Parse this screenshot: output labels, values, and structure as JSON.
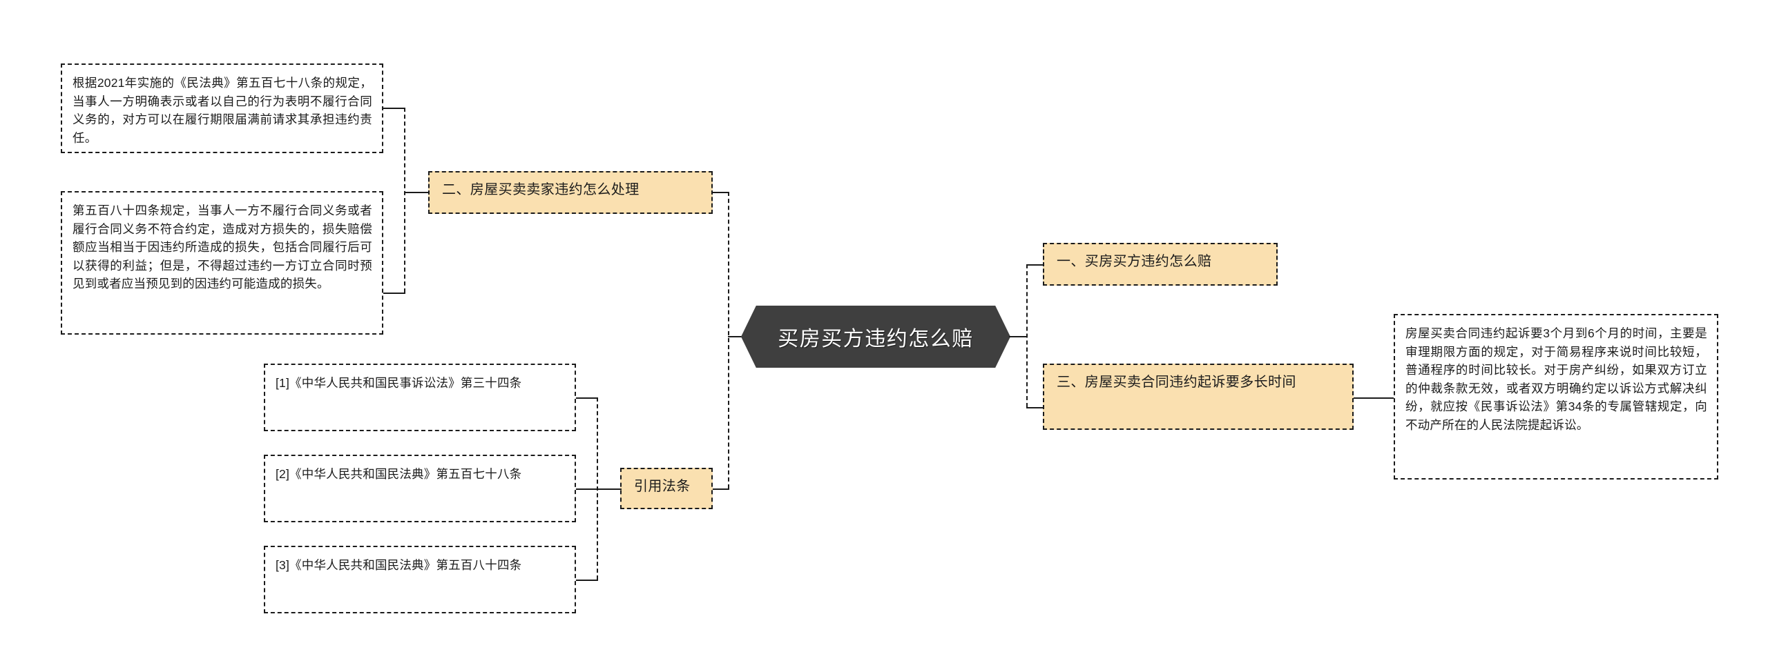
{
  "diagram": {
    "type": "mindmap",
    "title": "买房买方违约怎么赔",
    "center": {
      "label": "买房买方违约怎么赔",
      "shape": "hexagon",
      "fill": "#3f3f3f",
      "text_color": "#ffffff"
    },
    "colors": {
      "accent_fill": "#fae0b0",
      "node_border": "#1a1a1a",
      "center_fill": "#3f3f3f",
      "page_background": "#ffffff",
      "body_text": "#1b1b1b"
    },
    "branches": {
      "left": [
        {
          "id": "branch-2",
          "label": "二、房屋买卖卖家违约怎么处理",
          "style": "accent",
          "children": [
            {
              "id": "law-578-detail",
              "style": "plain",
              "text": "根据2021年实施的《民法典》第五百七十八条的规定，当事人一方明确表示或者以自己的行为表明不履行合同义务的，对方可以在履行期限届满前请求其承担违约责任。"
            },
            {
              "id": "law-584-detail",
              "style": "plain",
              "text": "第五百八十四条规定，当事人一方不履行合同义务或者履行合同义务不符合约定，造成对方损失的，损失赔偿额应当相当于因违约所造成的损失，包括合同履行后可以获得的利益；但是，不得超过违约一方订立合同时预见到或者应当预见到的因违约可能造成的损失。"
            }
          ]
        },
        {
          "id": "branch-citations",
          "label": "引用法条",
          "style": "accent",
          "children": [
            {
              "id": "citation-1",
              "style": "plain",
              "text": "[1]《中华人民共和国民事诉讼法》第三十四条"
            },
            {
              "id": "citation-2",
              "style": "plain",
              "text": "[2]《中华人民共和国民法典》第五百七十八条"
            },
            {
              "id": "citation-3",
              "style": "plain",
              "text": "[3]《中华人民共和国民法典》第五百八十四条"
            }
          ]
        }
      ],
      "right": [
        {
          "id": "branch-1",
          "label": "一、买房买方违约怎么赔",
          "style": "accent",
          "children": []
        },
        {
          "id": "branch-3",
          "label": "三、房屋买卖合同违约起诉要多长时间",
          "style": "accent",
          "children": [
            {
              "id": "lawsuit-duration-detail",
              "style": "plain",
              "text": "房屋买卖合同违约起诉要3个月到6个月的时间，主要是审理期限方面的规定，对于简易程序来说时间比较短，普通程序的时间比较长。对于房产纠纷，如果双方订立的仲裁条款无效，或者双方明确约定以诉讼方式解决纠纷，就应按《民事诉讼法》第34条的专属管辖规定，向不动产所在的人民法院提起诉讼。"
            }
          ]
        }
      ]
    }
  }
}
